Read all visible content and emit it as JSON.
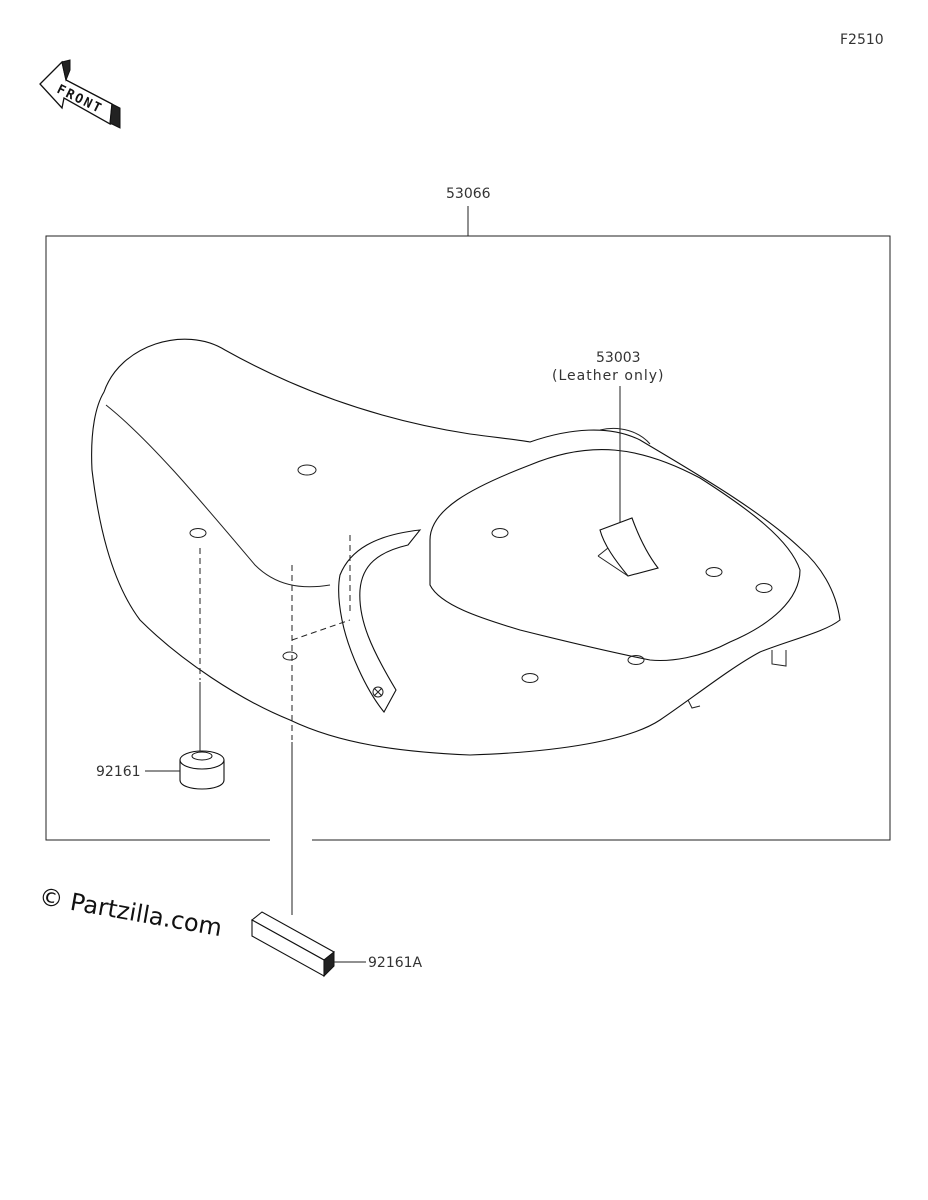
{
  "figure_code": "F2510",
  "front_arrow": {
    "text": "FRONT",
    "icon": "front-arrow-icon"
  },
  "parts": {
    "seat_assembly": "53066",
    "cover": "53003",
    "cover_note": "(Leather only)",
    "damper": "92161",
    "pad": "92161A"
  },
  "watermark": "© Partzilla.com"
}
